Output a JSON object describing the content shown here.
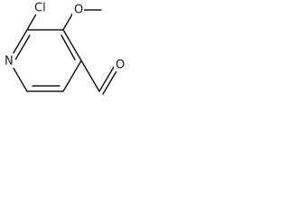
{
  "atoms": {
    "ring_nitrogen": "N",
    "chlorine": "Cl",
    "methoxy_oxygen": "O",
    "aldehyde_oxygen": "O"
  },
  "colors": {
    "ink": "#1a1a1a",
    "background": "#ffffff"
  }
}
